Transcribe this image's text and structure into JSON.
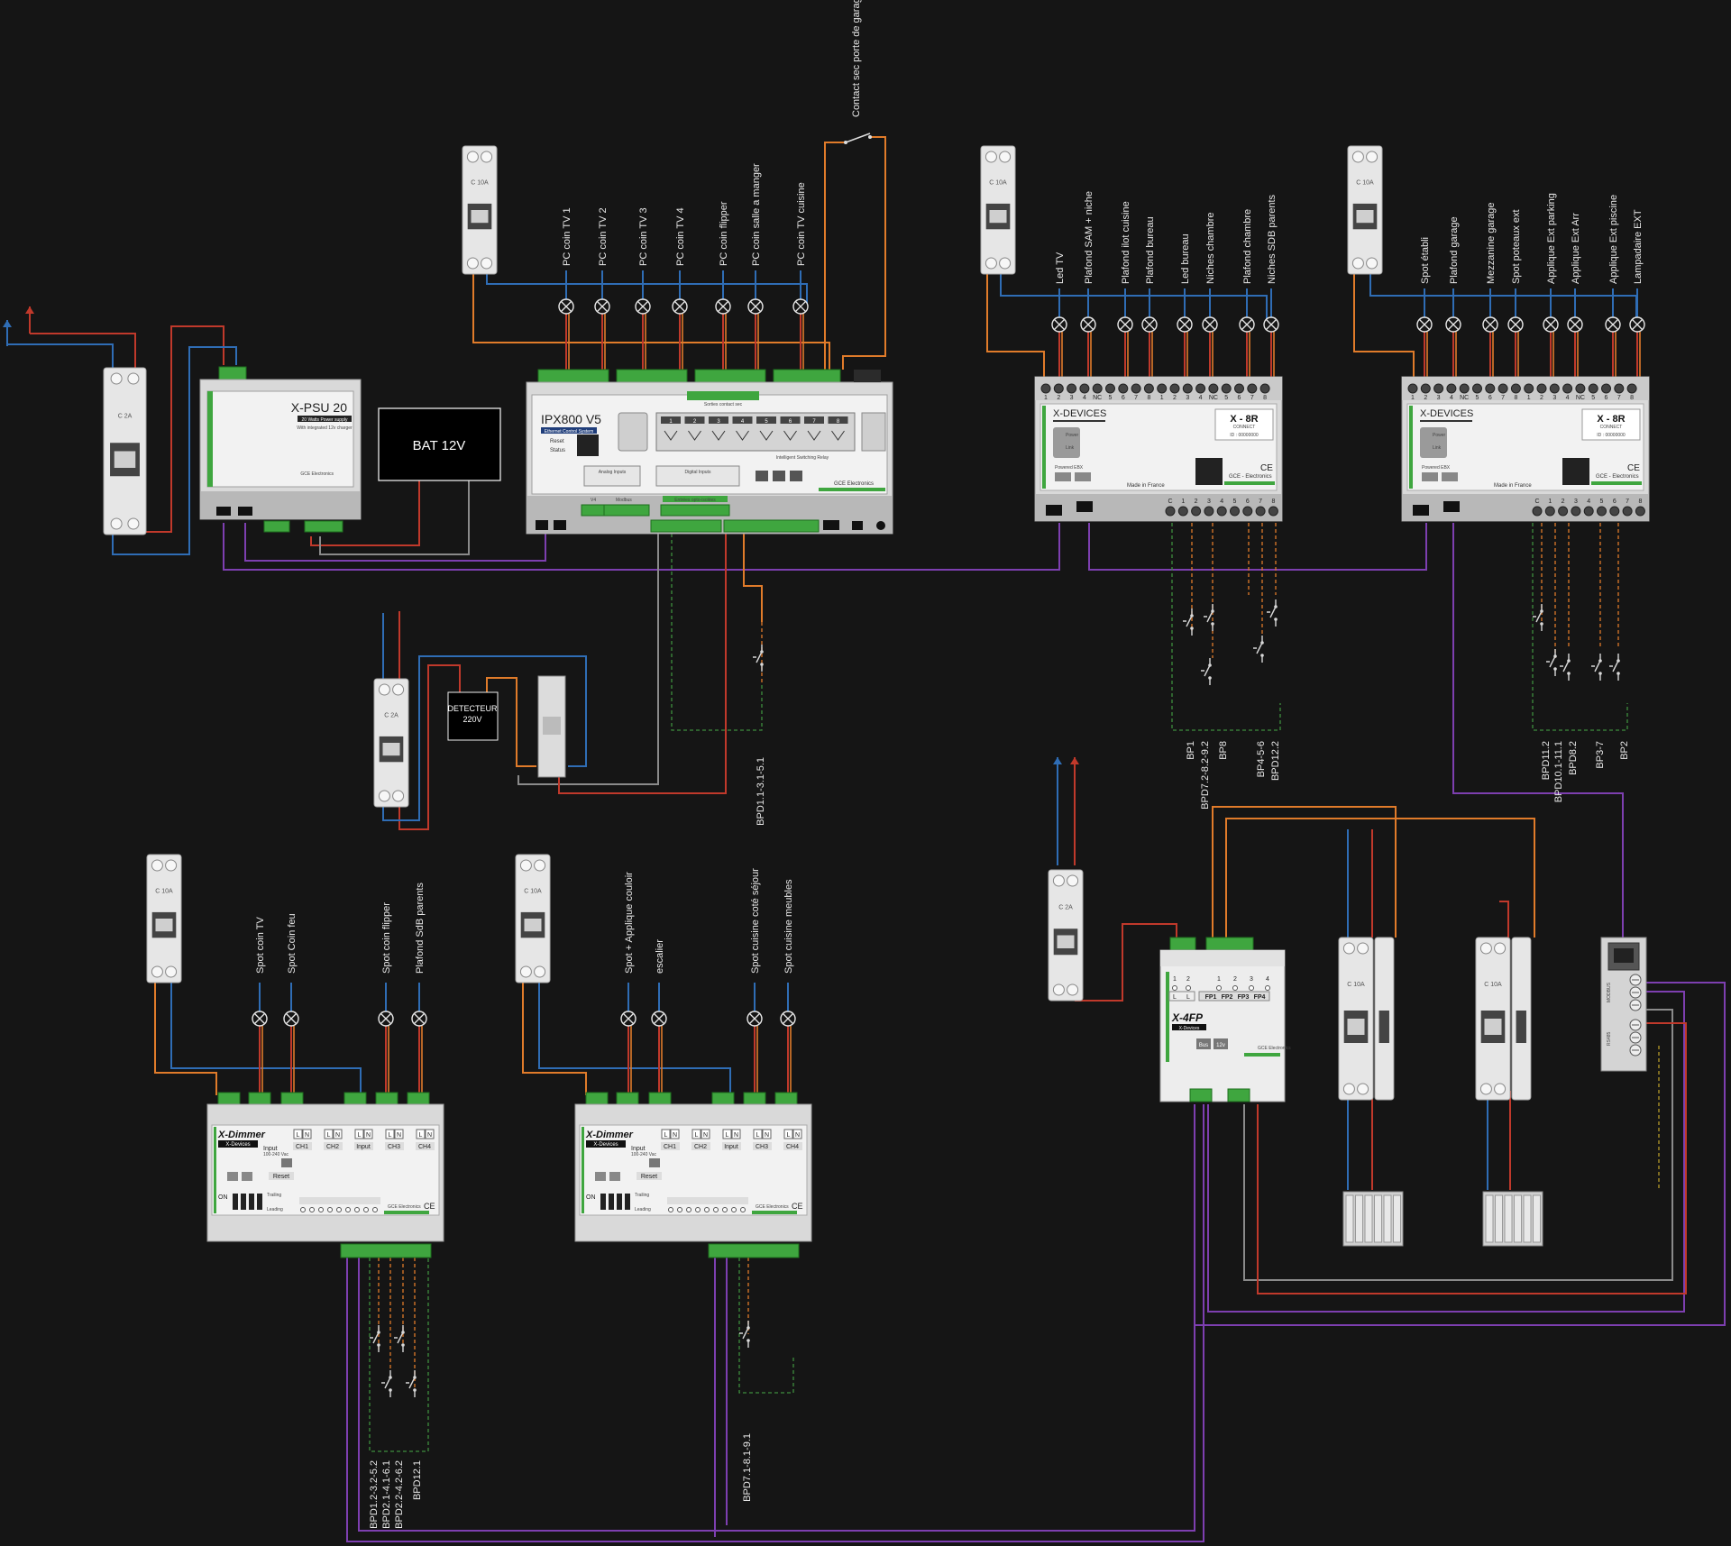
{
  "colors": {
    "background": "#151515",
    "phase": "#c0392b",
    "neutral": "#2f6db5",
    "control": "#e07b2a",
    "bus": "#7d3fb0",
    "dc": "#8a8a8a",
    "pushbutton": "#3e8e3e",
    "terminal": "#3fa63f"
  },
  "breakers": {
    "c2a": "C 2A",
    "c10a": "C 10A"
  },
  "psu": {
    "title": "X-PSU 20",
    "subtitle": "20 Watts Power supply",
    "note": "With integrated 12v charger",
    "brand": "GCE Electronics"
  },
  "battery": {
    "label": "BAT 12V"
  },
  "ipx": {
    "title": "IPX800 V5",
    "subtitle": "Ethernet Control System",
    "reset": "Reset",
    "status": "Status",
    "relays_caption": "Sorties contact sec",
    "switching": "Intelligent Switching Relay",
    "analog": "Analog Inputs",
    "digital": "Digital Inputs",
    "brand": "GCE Electronics",
    "optos_caption": "Entrées opto-isolées",
    "v4": "V4",
    "modbus": "Modbus"
  },
  "ipx_loads": [
    "PC coin TV 1",
    "PC coin TV 2",
    "PC coin TV 3",
    "PC coin TV 4",
    "PC coin flipper",
    "PC coin salle a manger",
    "PC coin TV cuisine"
  ],
  "garage_contact": "Contact sec porte de garage",
  "xdevices": {
    "brand": "X-DEVICES",
    "model": "X - 8R",
    "connect": "CONNECT",
    "id": "ID : 00000000",
    "power": "Power",
    "link": "Link",
    "powered": "Powered EBX",
    "made": "Made in France",
    "gce": "GCE - Electronics"
  },
  "x8r_1_loads": [
    "Led TV",
    "Plafond SAM + niche",
    "Plafond ilot cuisine",
    "Plafond bureau",
    "Led bureau",
    "Niches chambre",
    "Plafond chambre",
    "Niches SDB parents"
  ],
  "x8r_2_loads": [
    "Spot établi",
    "Plafond garage",
    "Mezzanine garage",
    "Spot poteaux ext",
    "Applique Ext parking",
    "Applique Ext Arr",
    "Applique Ext piscine",
    "Lampadaire EXT"
  ],
  "x8r_1_buttons": [
    "BP1",
    "BPD7.2-8.2-9.2",
    "BP8",
    "BP4-5-6",
    "BPD12.2"
  ],
  "x8r_2_buttons": [
    "BPD11.2",
    "BPD10.1-11.1",
    "BPD8.2",
    "BP3-7",
    "BP2"
  ],
  "ipx_button": "BPD1.1-3.1-5.1",
  "detector": {
    "line1": "DETECTEUR",
    "line2": "220V"
  },
  "dimmer": {
    "title": "X-Dimmer",
    "sub": "X-Devices",
    "input": "Input",
    "voltage": "100-240 Vac",
    "channels": [
      "CH1",
      "CH2",
      "Input",
      "CH3",
      "CH4"
    ],
    "reset": "Reset",
    "trailing": "Trailing",
    "leading": "Leading",
    "on": "ON",
    "brand": "GCE Electronics"
  },
  "dimmer_1_loads": [
    "Spot coin TV",
    "Spot Coin feu",
    "Spot coin flipper",
    "Plafond SdB parents"
  ],
  "dimmer_2_loads": [
    "Spot + Applique couloir",
    "escalier",
    "Spot cuisine coté séjour",
    "Spot cuisine meubles"
  ],
  "dimmer_1_buttons": [
    "BPD1.2-3.2-5.2",
    "BPD2.1-4.1-6.1",
    "BPD2.2-4.2-6.2",
    "BPD12.1"
  ],
  "dimmer_2_buttons": [
    "BPD7.1-8.1-9.1"
  ],
  "x4fp": {
    "title": "X-4FP",
    "sub": "X-Devices",
    "fp": [
      "FP1",
      "FP2",
      "FP3",
      "FP4"
    ],
    "bus": "Bus",
    "v12": "12v",
    "brand": "GCE Electronics"
  },
  "modbus": {
    "label": "MODBUS",
    "rs485": "RS485"
  }
}
